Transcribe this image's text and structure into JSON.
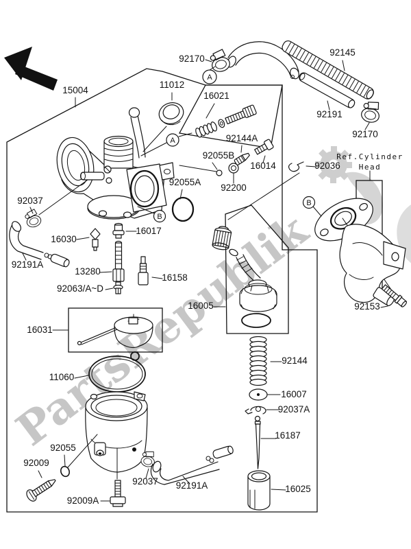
{
  "page": {
    "background": "#ffffff",
    "line_color": "#141414",
    "watermark_color": "#c6c6c6"
  },
  "watermark": {
    "brand": "PartsRepublik"
  },
  "reference": {
    "line1": "Ref.Cylinder",
    "line2": "Head"
  },
  "callouts": {
    "a": "A",
    "b": "B"
  },
  "labels": {
    "l15004": "15004",
    "l11012": "11012",
    "l92170_top": "92170",
    "l92145": "92145",
    "l92191": "92191",
    "l92170_right": "92170",
    "l16021": "16021",
    "l92144a": "92144A",
    "l92055b": "92055B",
    "l16014": "16014",
    "l92036": "92036",
    "l92055a": "92055A",
    "l92200": "92200",
    "l92037_left": "92037",
    "l16030": "16030",
    "l16017": "16017",
    "l13280": "13280",
    "l16158": "16158",
    "l92063": "92063/A~D",
    "l92191a_left": "92191A",
    "l16005": "16005",
    "l92153": "92153",
    "l16031": "16031",
    "l11060": "11060",
    "l92144": "92144",
    "l16007": "16007",
    "l92037a": "92037A",
    "l16187": "16187",
    "l16025": "16025",
    "l92055": "92055",
    "l92009": "92009",
    "l92037_bottom": "92037",
    "l92009a": "92009A",
    "l92191a_bottom": "92191A"
  }
}
